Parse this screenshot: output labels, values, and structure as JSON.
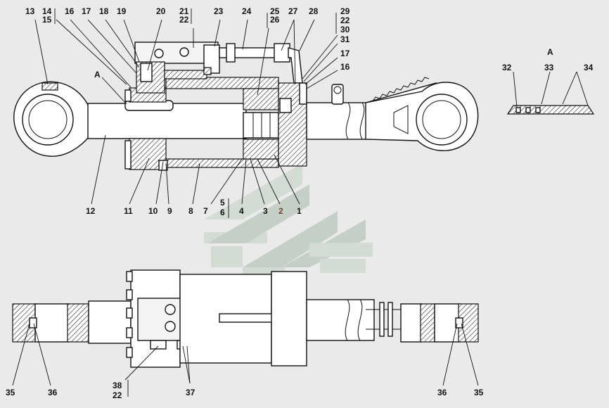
{
  "diagram": {
    "callouts_top": [
      {
        "id": "c13",
        "text": "13"
      },
      {
        "id": "c14",
        "text": "14"
      },
      {
        "id": "c15",
        "text": "15"
      },
      {
        "id": "c16a",
        "text": "16"
      },
      {
        "id": "c17a",
        "text": "17"
      },
      {
        "id": "c18",
        "text": "18"
      },
      {
        "id": "c19",
        "text": "19"
      },
      {
        "id": "c20",
        "text": "20"
      },
      {
        "id": "c21",
        "text": "21"
      },
      {
        "id": "c22a",
        "text": "22"
      },
      {
        "id": "c23",
        "text": "23"
      },
      {
        "id": "c24",
        "text": "24"
      },
      {
        "id": "c25",
        "text": "25"
      },
      {
        "id": "c26",
        "text": "26"
      },
      {
        "id": "c27",
        "text": "27"
      },
      {
        "id": "c28",
        "text": "28"
      },
      {
        "id": "c29",
        "text": "29"
      },
      {
        "id": "c22b",
        "text": "22"
      },
      {
        "id": "c30",
        "text": "30"
      },
      {
        "id": "c31",
        "text": "31"
      },
      {
        "id": "c17b",
        "text": "17"
      },
      {
        "id": "c16b",
        "text": "16"
      },
      {
        "id": "cA",
        "text": "A"
      }
    ],
    "callouts_mid": [
      {
        "id": "c12",
        "text": "12"
      },
      {
        "id": "c11",
        "text": "11"
      },
      {
        "id": "c10",
        "text": "10"
      },
      {
        "id": "c9",
        "text": "9"
      },
      {
        "id": "c8",
        "text": "8"
      },
      {
        "id": "c7",
        "text": "7"
      },
      {
        "id": "c5",
        "text": "5"
      },
      {
        "id": "c6",
        "text": "6"
      },
      {
        "id": "c4",
        "text": "4"
      },
      {
        "id": "c3",
        "text": "3"
      },
      {
        "id": "c2",
        "text": "2"
      },
      {
        "id": "c1",
        "text": "1"
      }
    ],
    "detail_a": {
      "title": "A",
      "callouts": [
        {
          "id": "c32",
          "text": "32"
        },
        {
          "id": "c33",
          "text": "33"
        },
        {
          "id": "c34",
          "text": "34"
        }
      ]
    },
    "callouts_bottom": [
      {
        "id": "c35a",
        "text": "35"
      },
      {
        "id": "c36a",
        "text": "36"
      },
      {
        "id": "c38",
        "text": "38"
      },
      {
        "id": "c22c",
        "text": "22"
      },
      {
        "id": "c37",
        "text": "37"
      },
      {
        "id": "c36b",
        "text": "36"
      },
      {
        "id": "c35b",
        "text": "35"
      }
    ]
  }
}
